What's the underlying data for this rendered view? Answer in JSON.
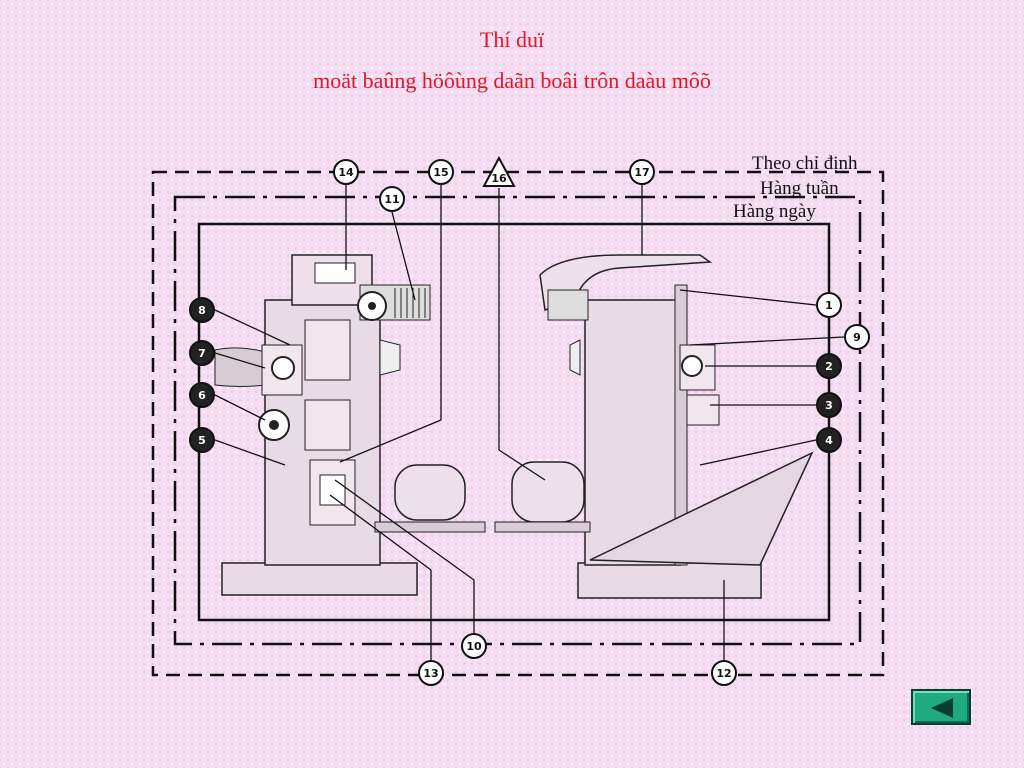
{
  "slide": {
    "title_line1": "Thí duï",
    "title_line2": "moät  baûng höôùng daãn boâi trôn daàu môõ"
  },
  "legend": {
    "periodic": "Theo chỉ định",
    "weekly": "Hàng tuần",
    "daily": "Hàng ngày"
  },
  "callouts": [
    "1",
    "2",
    "3",
    "4",
    "5",
    "6",
    "7",
    "8",
    "9",
    "10",
    "11",
    "12",
    "13",
    "14",
    "15",
    "16",
    "17"
  ],
  "nav": {
    "icon": "play-back-icon",
    "color": "#1faa80"
  },
  "colors": {
    "title": "#e0162a",
    "background": "#f6dcf2"
  }
}
